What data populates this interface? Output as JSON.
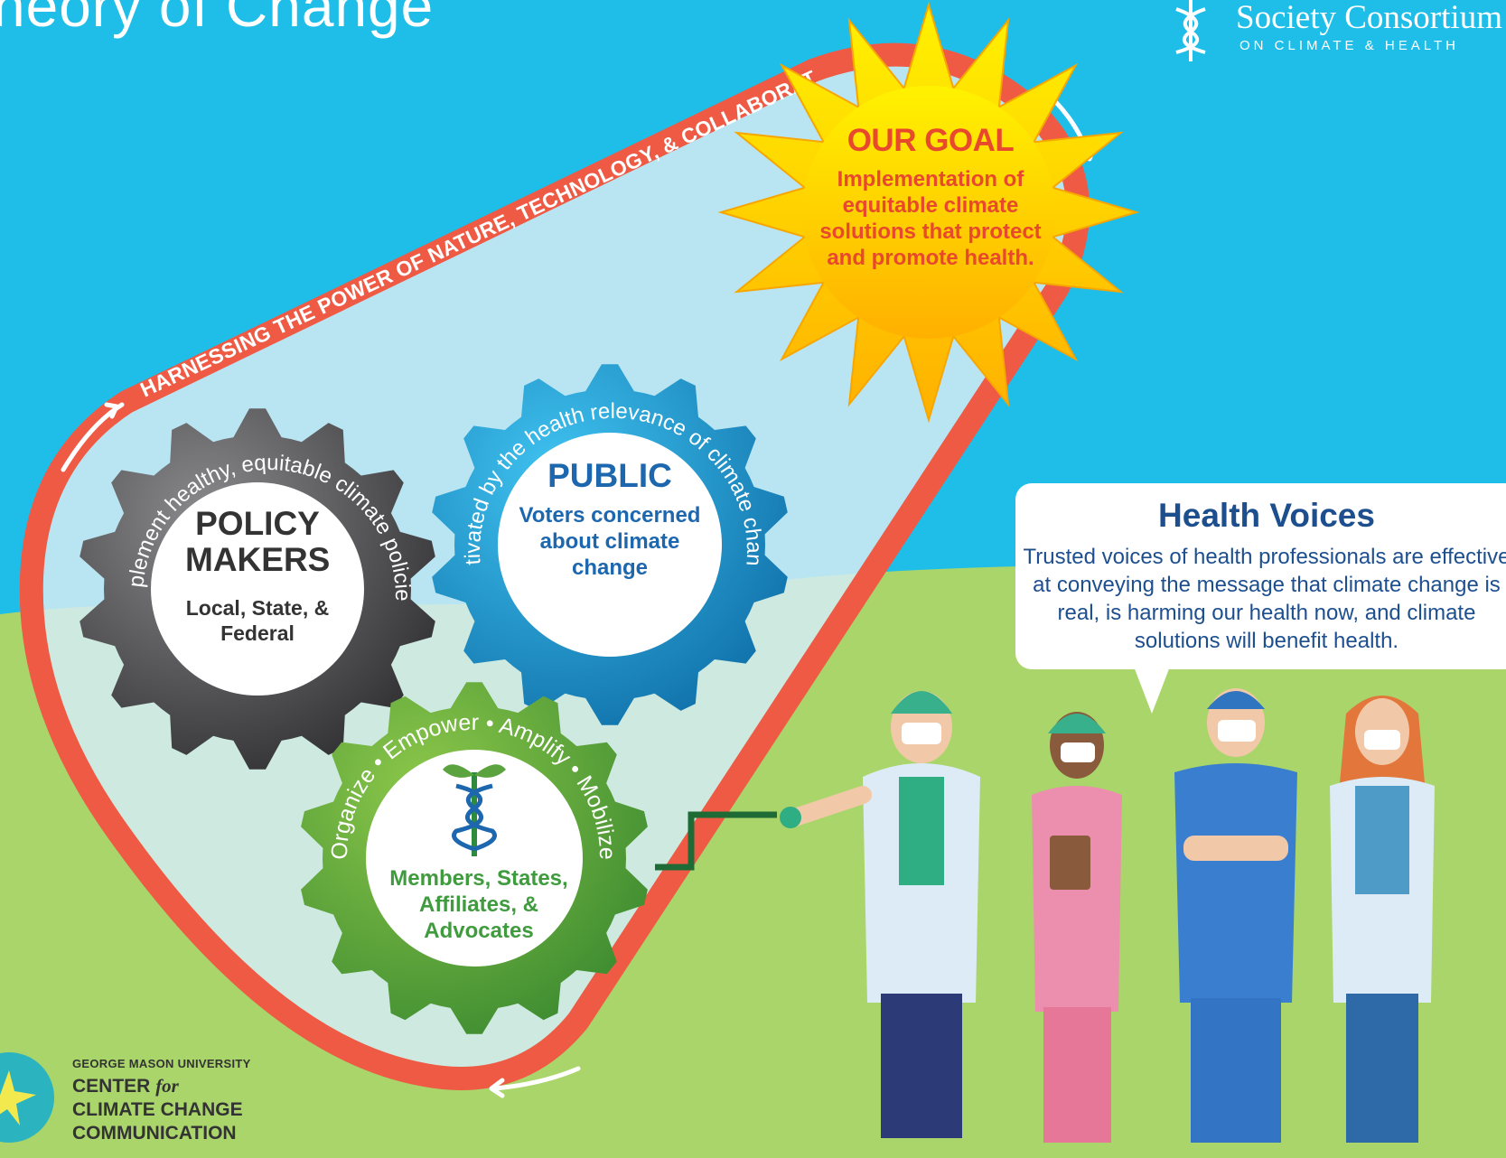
{
  "header": {
    "title": "heory of Change",
    "logo_name": "Society Consortium",
    "logo_sub": "ON CLIMATE & HEALTH"
  },
  "loop": {
    "label": "HARNESSING THE POWER OF NATURE, TECHNOLOGY, & COLLABORATION"
  },
  "goal": {
    "title": "OUR GOAL",
    "text": "Implementation of equitable climate solutions that protect and promote health."
  },
  "policy": {
    "arc": "Implement healthy, equitable climate policies",
    "title": "POLICY MAKERS",
    "subtitle": "Local, State, & Federal"
  },
  "public": {
    "arc": "Activated by the health relevance of climate change",
    "title": "PUBLIC",
    "subtitle": "Voters concerned about climate change"
  },
  "members": {
    "arc": "Organize • Empower • Amplify • Mobilize",
    "text": "Members, States, Affiliates, & Advocates"
  },
  "health_voices": {
    "title": "Health Voices",
    "text": "Trusted voices of health professionals are effective at conveying the message that climate change is real, is harming our health now, and climate solutions will benefit health."
  },
  "footer": {
    "university": "GEORGE MASON UNIVERSITY",
    "center_1": "CENTER",
    "center_for": "for",
    "center_2": "CLIMATE CHANGE",
    "center_3": "COMMUNICATION"
  },
  "colors": {
    "sky": "#1fbee8",
    "grass": "#a9d56a",
    "loop": "#ef5a45",
    "sun": "#ffd500",
    "policy_gear": "#4a4a4c",
    "public_gear": "#149ad8",
    "members_gear": "#5aa33e",
    "goal_text": "#e8492c"
  }
}
